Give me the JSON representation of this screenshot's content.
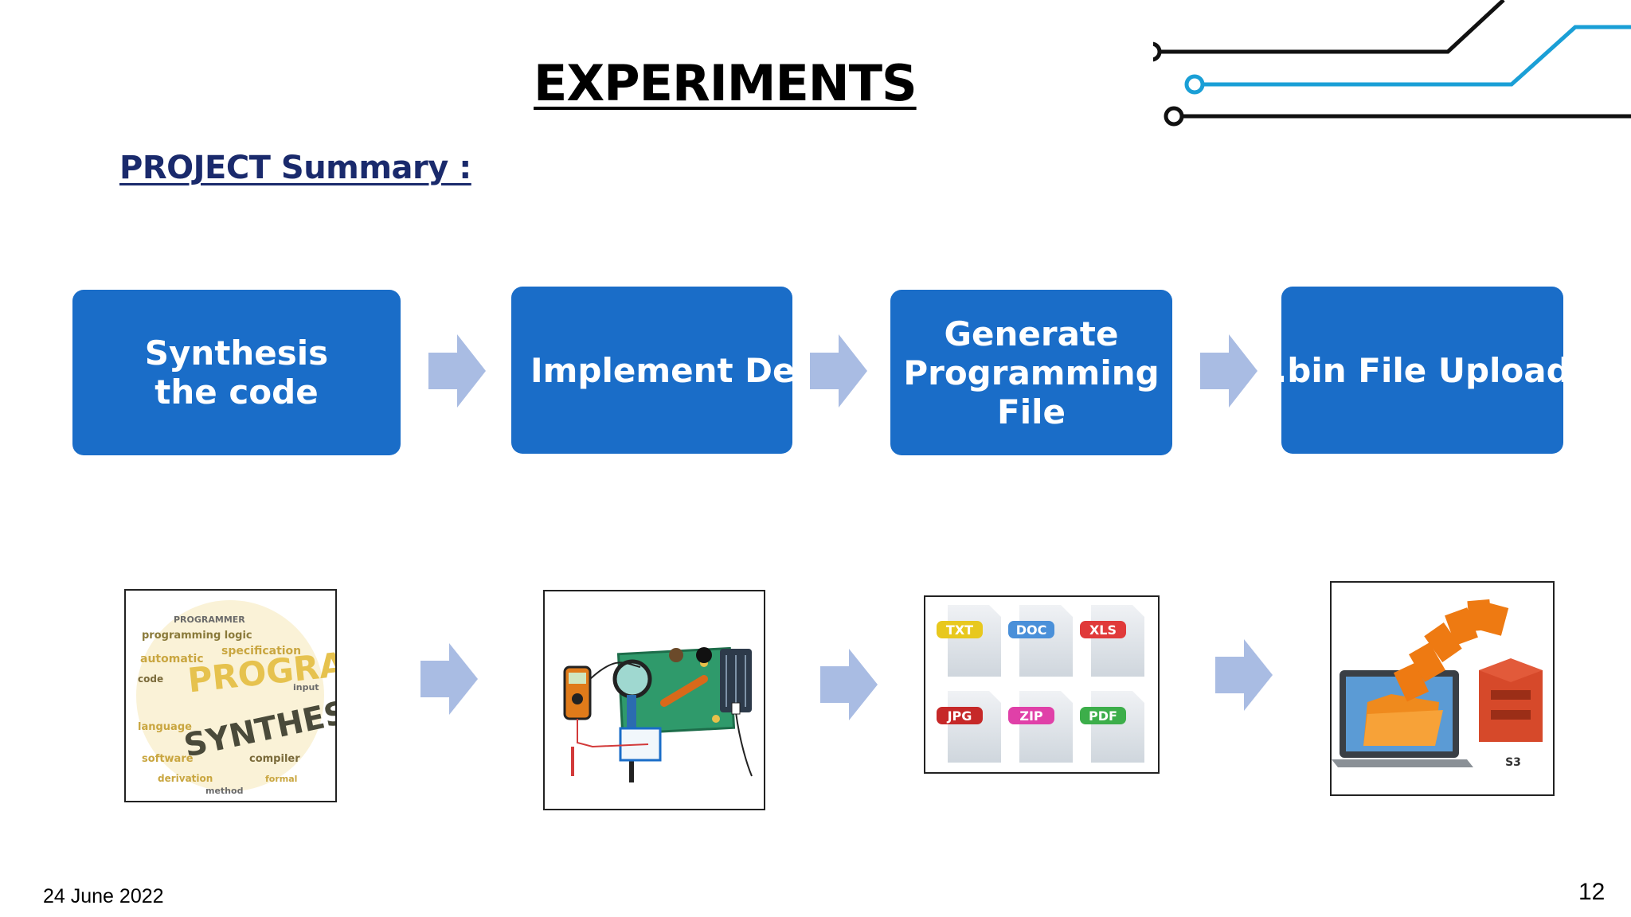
{
  "slide": {
    "title": "EXPERIMENTS",
    "subtitle": "PROJECT Summary :",
    "steps": [
      {
        "label": "Synthesis the code"
      },
      {
        "label": "Implement Design"
      },
      {
        "label": "Generate Programming File"
      },
      {
        "label": ".bin File Upload"
      }
    ],
    "images": {
      "synthesis": {
        "word_large_1": "PROGRAM",
        "word_large_2": "SYNTHESIS"
      },
      "files": {
        "labels": [
          "TXT",
          "DOC",
          "XLS",
          "JPG",
          "ZIP",
          "PDF"
        ]
      },
      "upload": {
        "s3_label": "S3"
      }
    },
    "footer": {
      "date": "24 June 2022",
      "page_number": "12"
    },
    "colors": {
      "step_fill": "#1a6dc8",
      "arrow_fill": "#a9bce3",
      "subtitle": "#1a2a6c",
      "circuit_blue": "#1a9fd6"
    }
  }
}
